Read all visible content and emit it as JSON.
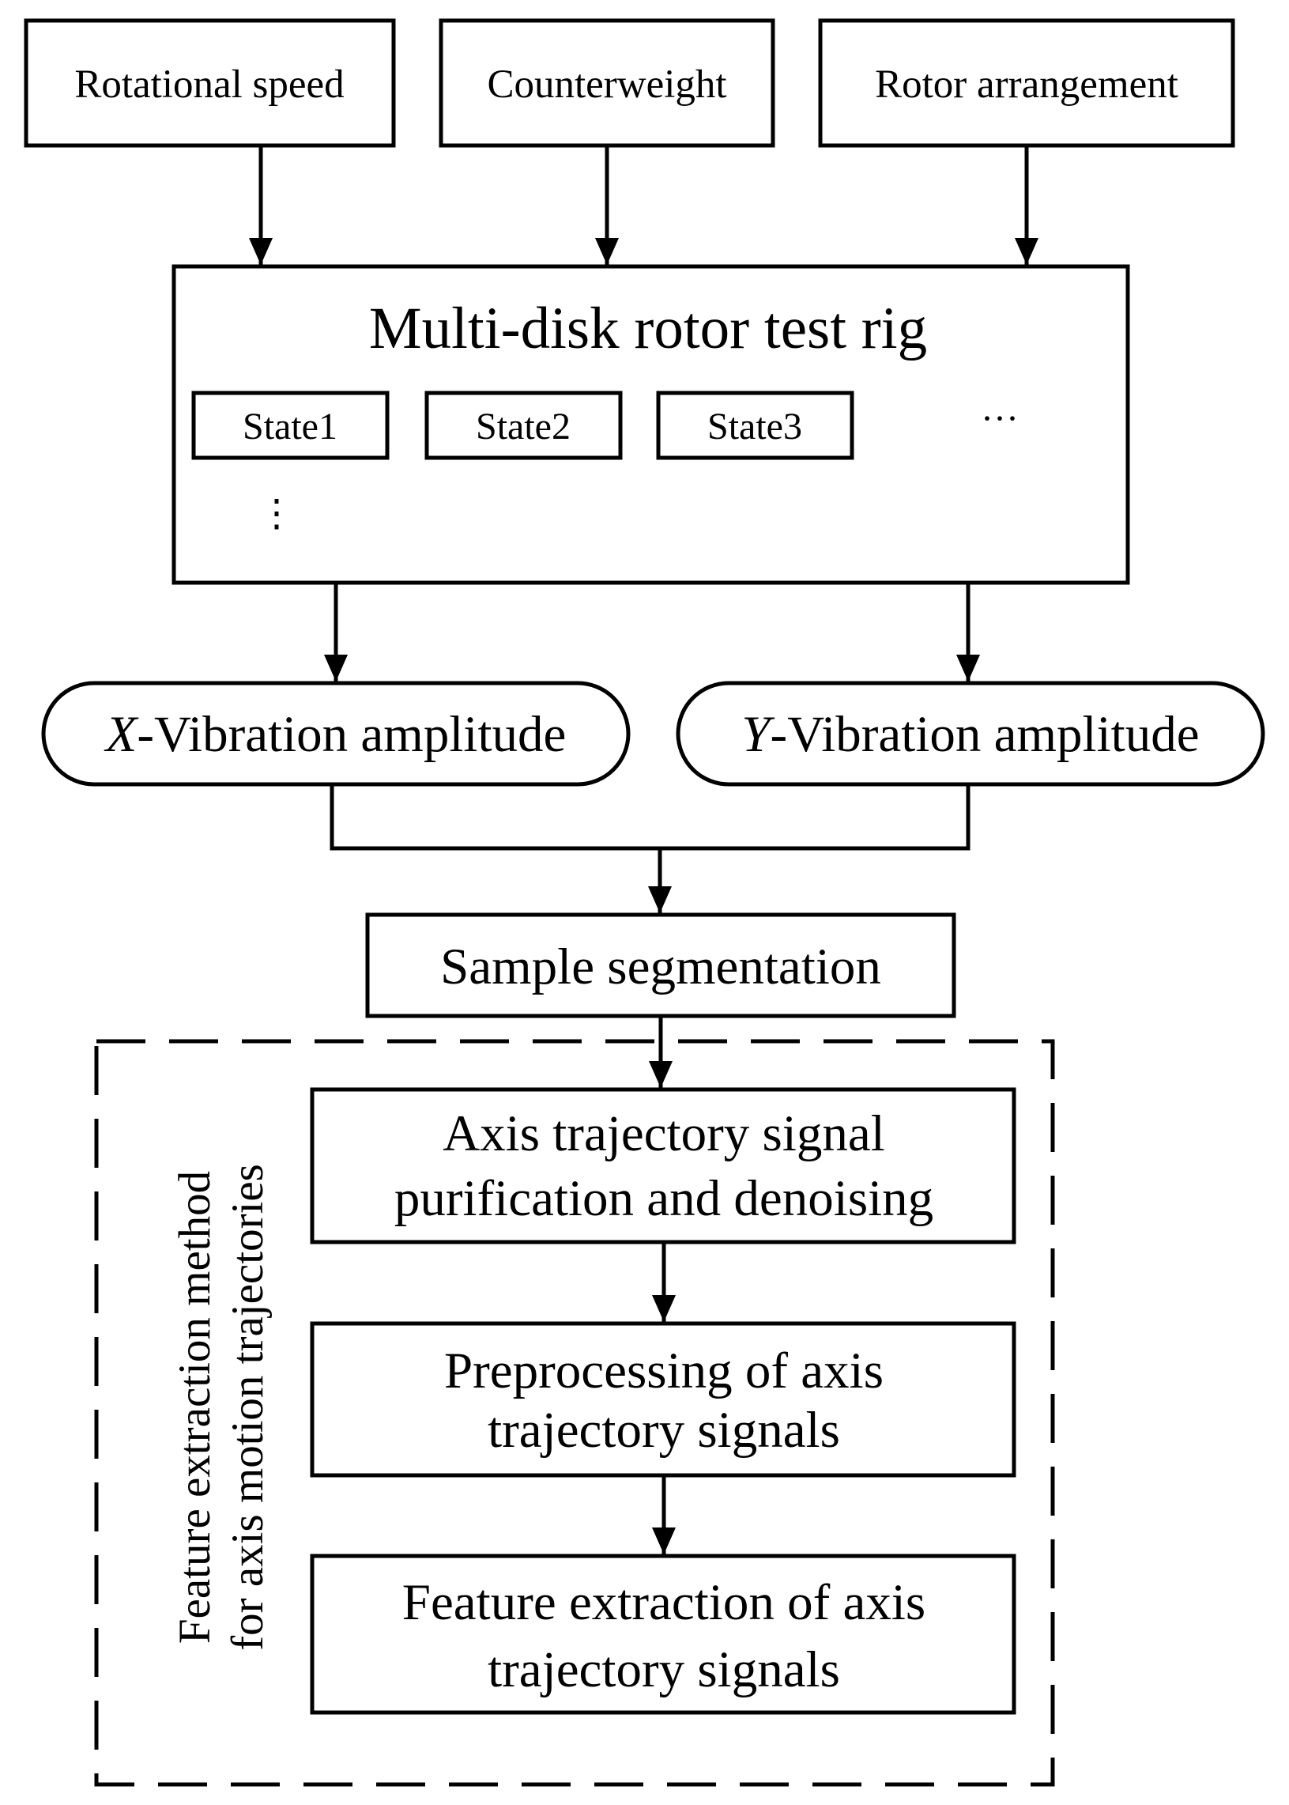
{
  "inputs": {
    "speed": "Rotational speed",
    "counterweight": "Counterweight",
    "arrangement": "Rotor arrangement"
  },
  "test_rig": {
    "title": "Multi-disk rotor test rig",
    "states": [
      "State1",
      "State2",
      "State3"
    ],
    "more_states_horizontal": "···",
    "more_states_vertical": "⋮"
  },
  "vibration": {
    "x_axis": "X",
    "x_rest": "-Vibration amplitude",
    "y_axis": "Y",
    "y_rest": "-Vibration amplitude"
  },
  "segmentation": "Sample segmentation",
  "feature_group": {
    "label_line1": "Feature extraction method",
    "label_line2": "for axis motion trajectories",
    "steps": [
      {
        "line1": "Axis trajectory signal",
        "line2": "purification and denoising"
      },
      {
        "line1": "Preprocessing of axis",
        "line2": "trajectory signals"
      },
      {
        "line1": "Feature extraction of axis",
        "line2": "trajectory signals"
      }
    ]
  }
}
